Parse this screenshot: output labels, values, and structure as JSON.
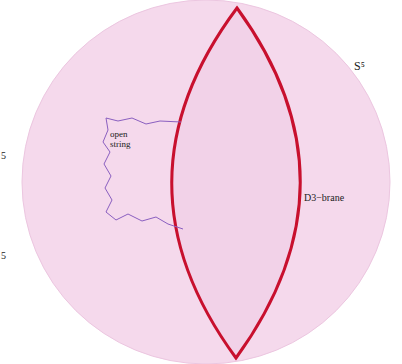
{
  "diagram": {
    "labels": [
      "S⁵",
      "open string",
      "D3−brane",
      "5",
      "5"
    ]
  }
}
